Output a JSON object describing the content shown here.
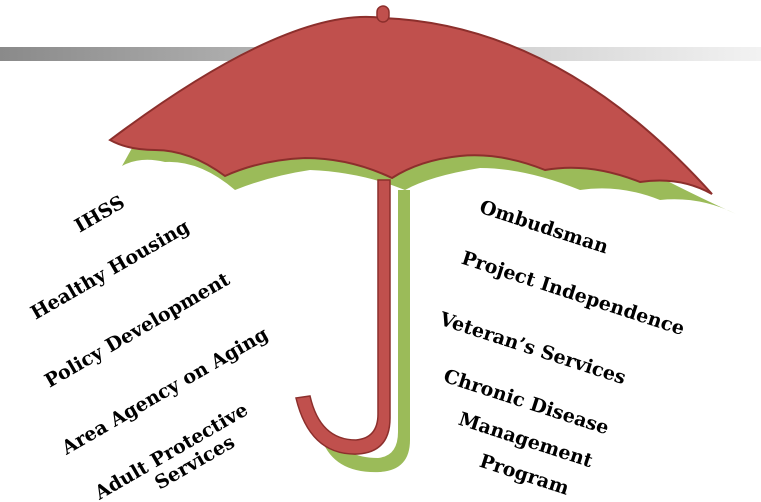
{
  "colors": {
    "canopy": "#c0504d",
    "canopy_stroke": "#8c2f2c",
    "shadow": "#9bbb59",
    "bar_start": "#8a8a8a",
    "bar_end": "#f2f2f2"
  },
  "left_services": [
    "IHSS",
    "Healthy Housing",
    "Policy Development",
    "Area Agency on Aging",
    "Adult Protective",
    "Services"
  ],
  "right_services": [
    "Ombudsman",
    "Project Independence",
    "Veteran’s Services",
    "Chronic Disease",
    "Management",
    "Program"
  ]
}
